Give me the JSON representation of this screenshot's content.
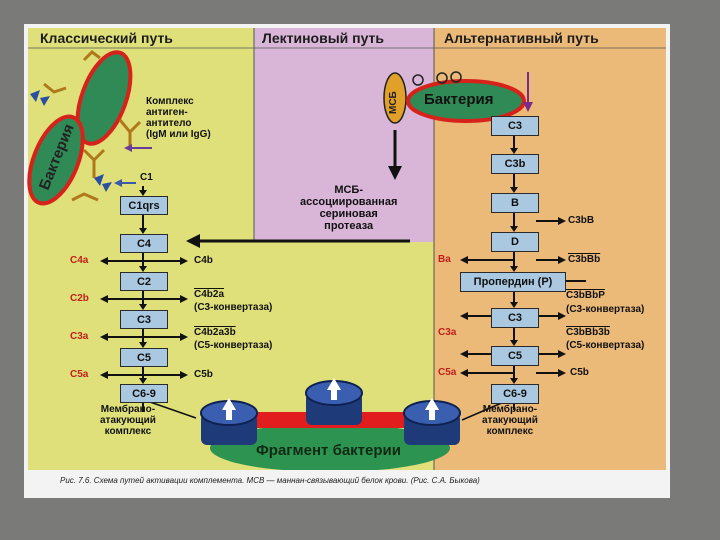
{
  "headers": {
    "classic": "Классический путь",
    "lectin": "Лектиновый путь",
    "alternative": "Альтернативный путь"
  },
  "colors": {
    "frame_bg": "#f2f3f2",
    "classic_bg": "#dfe07a",
    "lectin_bg": "#d9b6d8",
    "alt_bg": "#ebb978",
    "box_fill": "#aac8e0",
    "bacteria_green": "#2f8a55",
    "bacteria_outline": "#d6221b",
    "membrane_red": "#e21d1d",
    "fragment_green": "#2c9450",
    "pore_blue": "#1e3a78",
    "split_red": "#c0201c"
  },
  "classic": {
    "bacteria_label": "Бактерия",
    "complex_label": [
      "Комплекс",
      "антиген-",
      "антитело",
      "(IgM или IgG)"
    ],
    "c1_label": "С1",
    "boxes": [
      "С1qrs",
      "С4",
      "С2",
      "С3",
      "С5",
      "С6-9"
    ],
    "left_products": [
      "С4а",
      "С2b",
      "С3а",
      "С5а"
    ],
    "right_products": [
      "С4b",
      "С4b2а",
      "(С3-конвертаза)",
      "С4b2а3b",
      "(С5-конвертаза)",
      "С5b"
    ],
    "mac_label": [
      "Мембрано-",
      "атакующий",
      "комплекс"
    ]
  },
  "lectin": {
    "mbs_label": "МСБ",
    "protease_label": [
      "МСБ-",
      "ассоциированная",
      "сериновая",
      "протеаза"
    ]
  },
  "alternative": {
    "bacteria_label": "Бактерия",
    "boxes": [
      "С3",
      "С3b",
      "В",
      "D",
      "Пропердин (Р)",
      "С3",
      "С5",
      "С6-9"
    ],
    "side_products": [
      "С3bВ",
      "С3bВb",
      "С3bBbР",
      "(С3-конвертаза)",
      "С3bBb3b",
      "(С5-конвертаза)",
      "С5b"
    ],
    "left_products": [
      "Ва",
      "С3а",
      "С5а"
    ],
    "mac_label": [
      "Мембрано-",
      "атакующий",
      "комплекс"
    ]
  },
  "fragment_label": "Фрагмент бактерии",
  "caption": "Рис. 7.6. Схема путей активации комплемента. МСВ — маннан-связывающий белок крови. (Рис. С.А. Быкова)"
}
